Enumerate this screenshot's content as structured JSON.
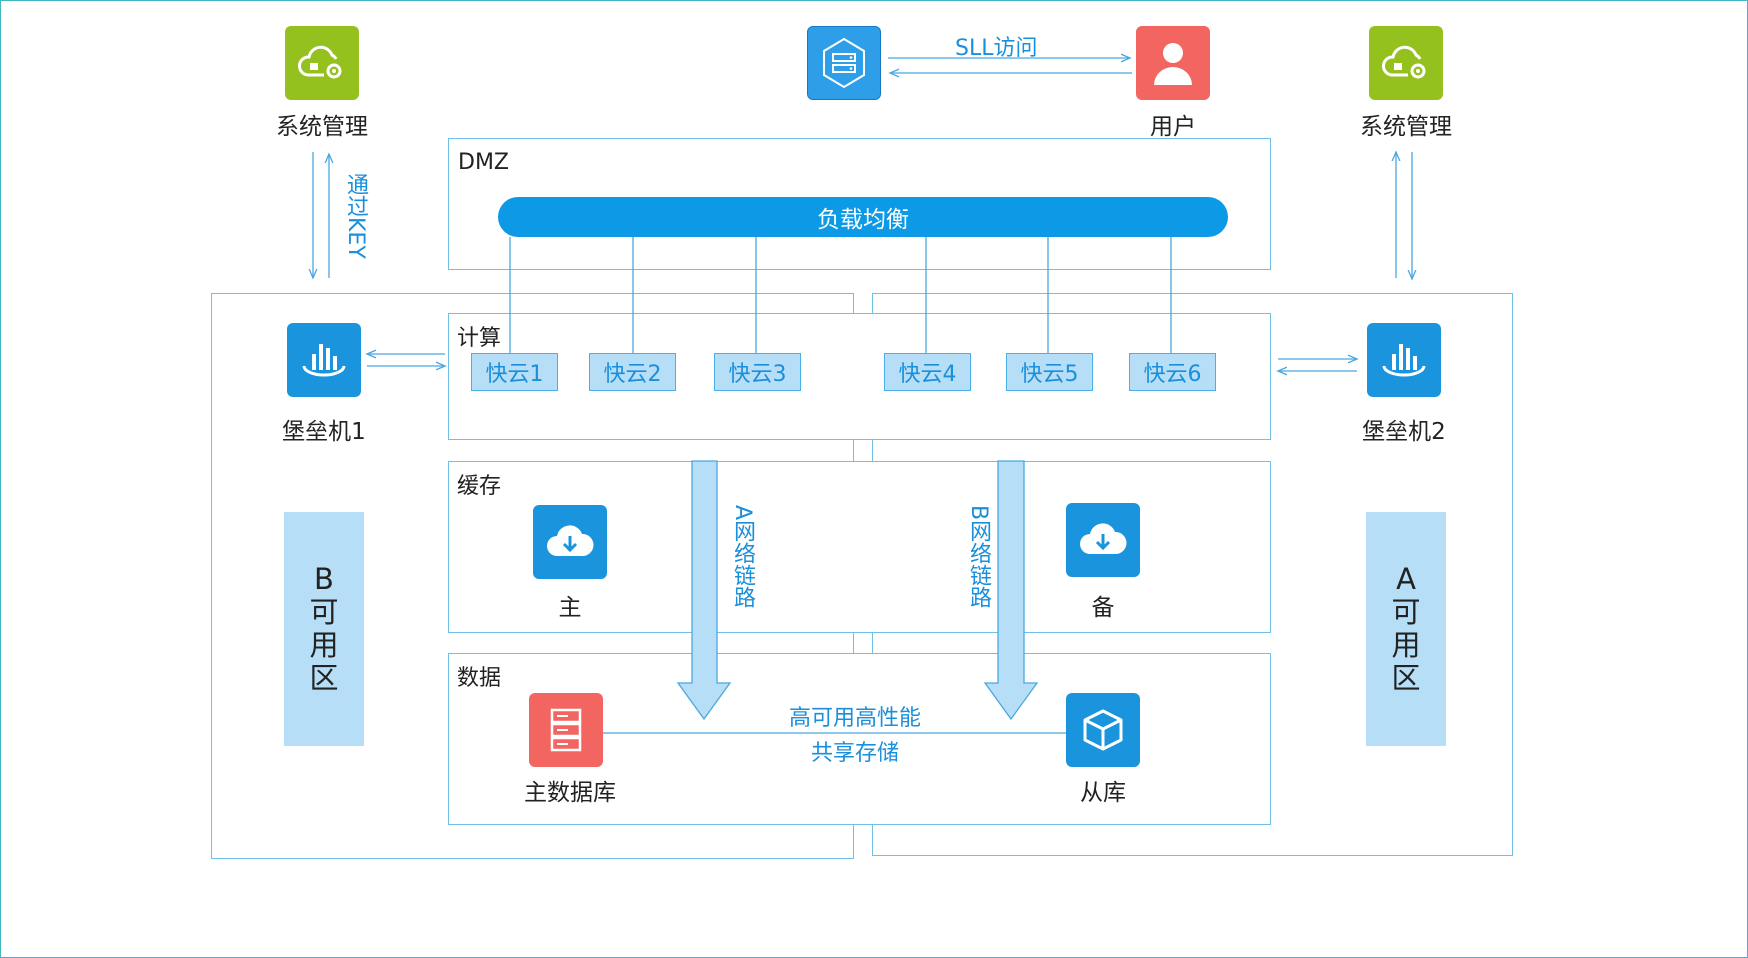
{
  "top": {
    "sys_mgmt_left": "系统管理",
    "sys_mgmt_right": "系统管理",
    "user": "用户",
    "ssl_access": "SLL访问",
    "via_key": "通过KEY"
  },
  "zones": {
    "dmz": "DMZ",
    "compute": "计算",
    "cache": "缓存",
    "data": "数据",
    "avail_b": [
      "B",
      "可",
      "用",
      "区"
    ],
    "avail_a": [
      "A",
      "可",
      "用",
      "区"
    ]
  },
  "load_balancer": "负载均衡",
  "cloud_nodes": [
    "快云1",
    "快云2",
    "快云3",
    "快云4",
    "快云5",
    "快云6"
  ],
  "bastions": {
    "left": "堡垒机1",
    "right": "堡垒机2"
  },
  "cache": {
    "primary": "主",
    "backup": "备"
  },
  "links": {
    "a": "A网络链路",
    "b": "B网络链路"
  },
  "data": {
    "master_db": "主数据库",
    "slave_db": "从库",
    "storage_line1": "高可用高性能",
    "storage_line2": "共享存储"
  },
  "colors": {
    "accent_blue": "#0c9ae6",
    "green_icon": "#95c11f",
    "red_icon": "#f26561",
    "light_blue": "#b6def6"
  },
  "icons": {
    "sys_mgmt": "cloud-gear-icon",
    "vpn": "server-hex-icon",
    "user": "user-icon",
    "bastion": "bastion-bars-icon",
    "cache": "cloud-download-icon",
    "master_db": "server-stack-icon",
    "slave_db": "cube-icon"
  }
}
